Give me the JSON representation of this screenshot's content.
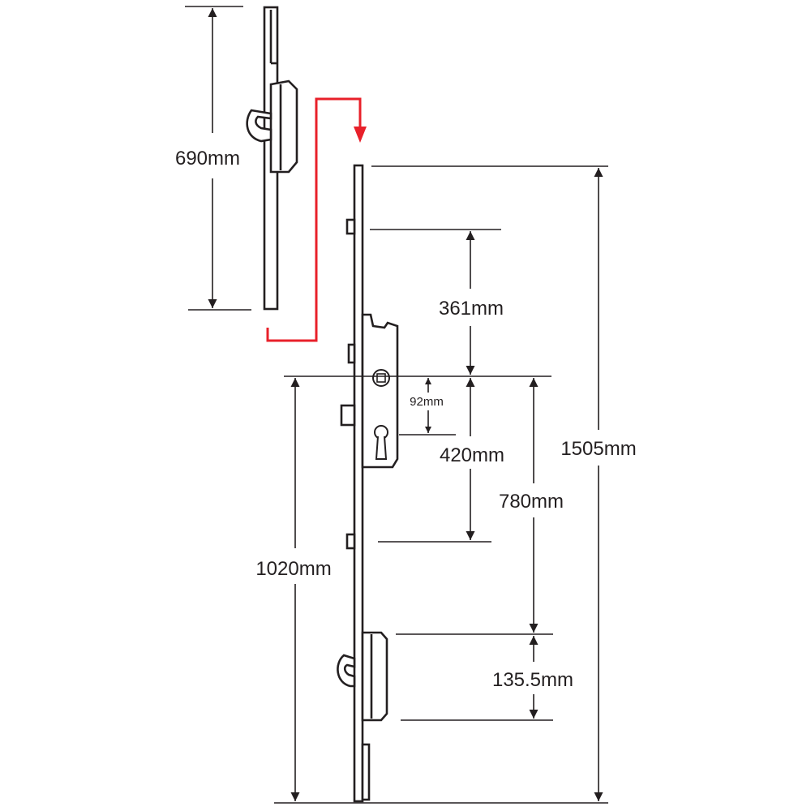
{
  "colors": {
    "line": "#231f20",
    "accent": "#e8202a",
    "background": "#ffffff"
  },
  "dimensions": {
    "top_extension": "690mm",
    "upper_to_centre": "361mm",
    "backset_centres": "92mm",
    "centre_to_roller": "420mm",
    "centre_to_lower_hook": "780mm",
    "total_length": "1505mm",
    "centre_to_bottom": "1020mm",
    "lower_hook_box": "135.5mm"
  }
}
